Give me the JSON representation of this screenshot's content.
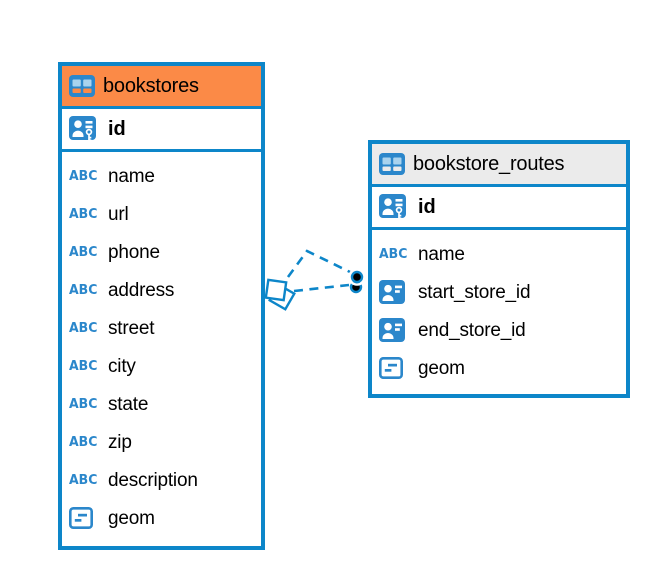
{
  "colors": {
    "accent_blue": "#0D86C9",
    "icon_blue": "#2B87CB",
    "icon_cell_blue": "#A9D3EE",
    "bookstores_header_bg": "#FB8A47",
    "routes_header_bg": "#EBEBEB",
    "text_color": "#000000",
    "connector_dot": "#000000"
  },
  "icons": {
    "text_column_label": "ABC"
  },
  "tables": [
    {
      "name": "bookstores",
      "primary_key": "id",
      "fields": [
        {
          "name": "name",
          "type": "text"
        },
        {
          "name": "url",
          "type": "text"
        },
        {
          "name": "phone",
          "type": "text"
        },
        {
          "name": "address",
          "type": "text"
        },
        {
          "name": "street",
          "type": "text"
        },
        {
          "name": "city",
          "type": "text"
        },
        {
          "name": "state",
          "type": "text"
        },
        {
          "name": "zip",
          "type": "text"
        },
        {
          "name": "description",
          "type": "text"
        },
        {
          "name": "geom",
          "type": "geometry"
        }
      ]
    },
    {
      "name": "bookstore_routes",
      "primary_key": "id",
      "fields": [
        {
          "name": "name",
          "type": "text"
        },
        {
          "name": "start_store_id",
          "type": "reference"
        },
        {
          "name": "end_store_id",
          "type": "reference"
        },
        {
          "name": "geom",
          "type": "geometry"
        }
      ]
    }
  ],
  "relationship": {
    "between": [
      "bookstores",
      "bookstore_routes"
    ],
    "line_style": "dashed",
    "line_count": 2,
    "source_marker": "diamond",
    "target_marker": "double-dot"
  }
}
